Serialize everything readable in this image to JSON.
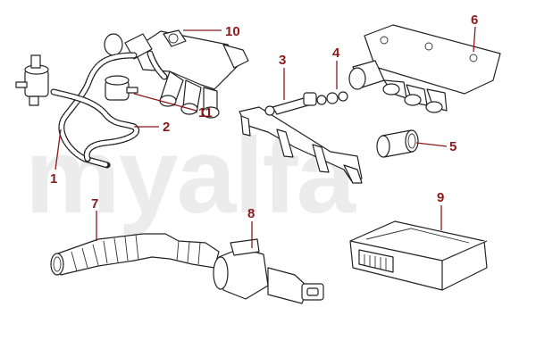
{
  "watermark": {
    "text": "myalfa",
    "color": "#ececec"
  },
  "accent_color": "#8b1a1a",
  "callouts": [
    {
      "number": "1"
    },
    {
      "number": "2"
    },
    {
      "number": "3"
    },
    {
      "number": "4"
    },
    {
      "number": "5"
    },
    {
      "number": "6"
    },
    {
      "number": "7"
    },
    {
      "number": "8"
    },
    {
      "number": "9"
    },
    {
      "number": "10"
    },
    {
      "number": "11"
    }
  ]
}
